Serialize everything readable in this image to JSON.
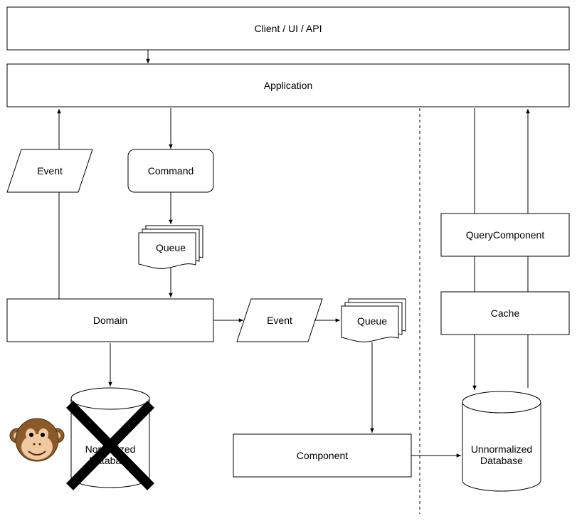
{
  "diagram": {
    "nodes": {
      "client": "Client / UI / API",
      "application": "Application",
      "event_left": "Event",
      "command": "Command",
      "queue_command": "Queue",
      "domain": "Domain",
      "event_mid": "Event",
      "queue_event": "Queue",
      "component": "Component",
      "normalized_db_line1": "Normalized",
      "normalized_db_line2": "Database",
      "query_component": "QueryComponent",
      "cache": "Cache",
      "unnormalized_db_line1": "Unnormalized",
      "unnormalized_db_line2": "Database"
    },
    "decorations": {
      "monkey": "monkey-icon",
      "cross": "cross-out-mark"
    },
    "colors": {
      "stroke": "#000000",
      "fill": "#ffffff",
      "monkey_fur": "#8b5a2b",
      "monkey_face": "#f0c9a0",
      "cross": "#000000"
    }
  }
}
